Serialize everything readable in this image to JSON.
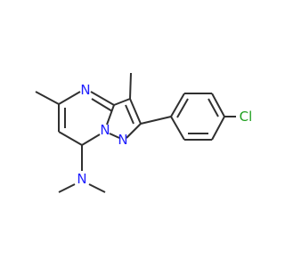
{
  "structure": {
    "atoms": {
      "n_pyrimidine": {
        "symbol": "N",
        "color": "#2020ff"
      },
      "n_bridge": {
        "symbol": "N",
        "color": "#2020ff"
      },
      "n_pyrazole": {
        "symbol": "N",
        "color": "#2020ff"
      },
      "n_amine": {
        "symbol": "N",
        "color": "#2020ff"
      },
      "chlorine": {
        "symbol": "Cl",
        "color": "#1fa01f"
      }
    },
    "bond_color": "#303030"
  }
}
